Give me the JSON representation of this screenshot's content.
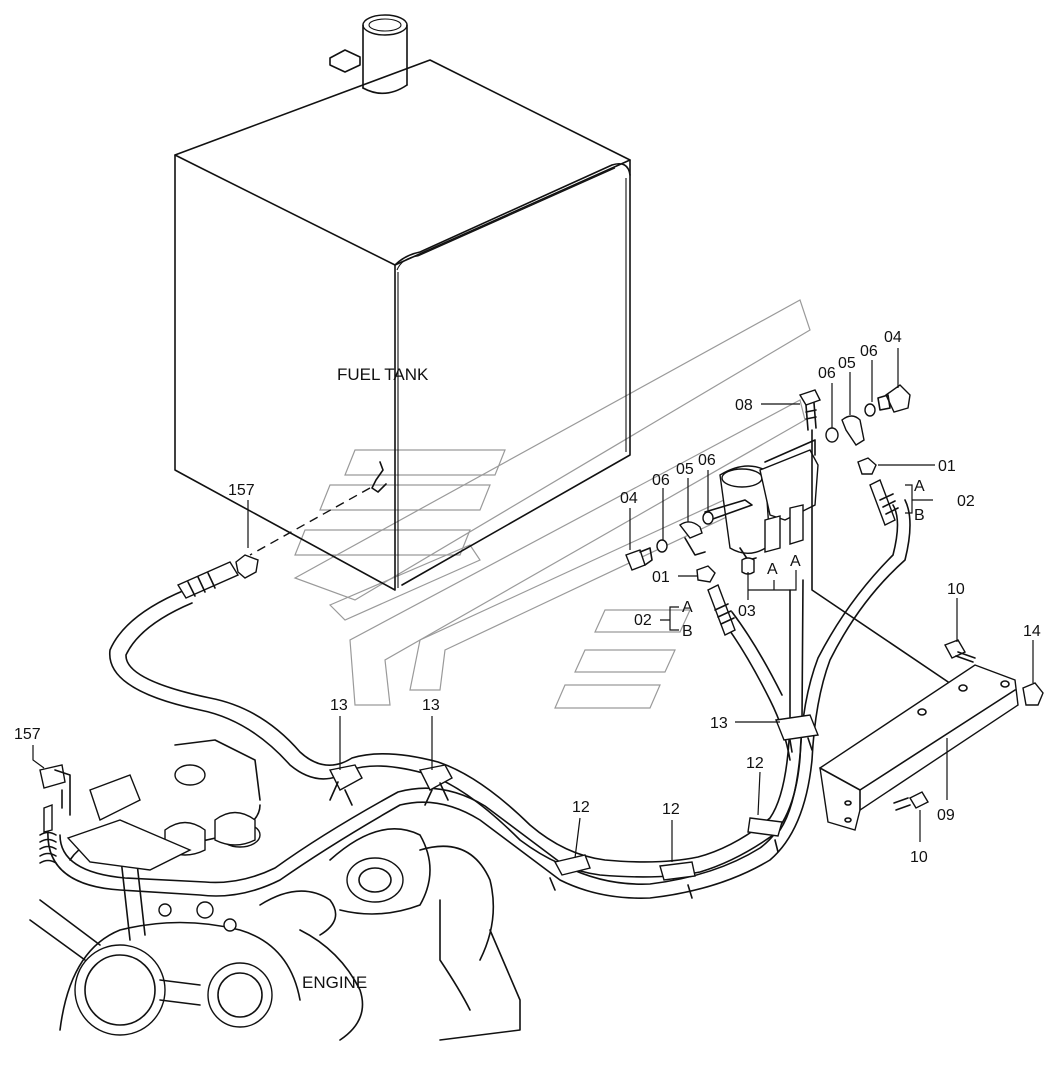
{
  "titles": {
    "fuel_tank": "FUEL TANK",
    "engine": "ENGINE"
  },
  "callouts": {
    "c01_a": "01",
    "c01_b": "01",
    "c02_a": "02",
    "c02_b": "02",
    "c03": "03",
    "c04_a": "04",
    "c04_b": "04",
    "c05_a": "05",
    "c05_b": "05",
    "c06_a": "06",
    "c06_b": "06",
    "c06_c": "06",
    "c06_d": "06",
    "c08": "08",
    "c09": "09",
    "c10_a": "10",
    "c10_b": "10",
    "c12_a": "12",
    "c12_b": "12",
    "c12_c": "12",
    "c13_a": "13",
    "c13_b": "13",
    "c13_c": "13",
    "c14": "14",
    "c157_a": "157",
    "c157_b": "157"
  },
  "sub_labels": {
    "a1": "A",
    "b1": "B",
    "a2": "A",
    "b2": "B",
    "a3": "A",
    "a4": "A"
  }
}
